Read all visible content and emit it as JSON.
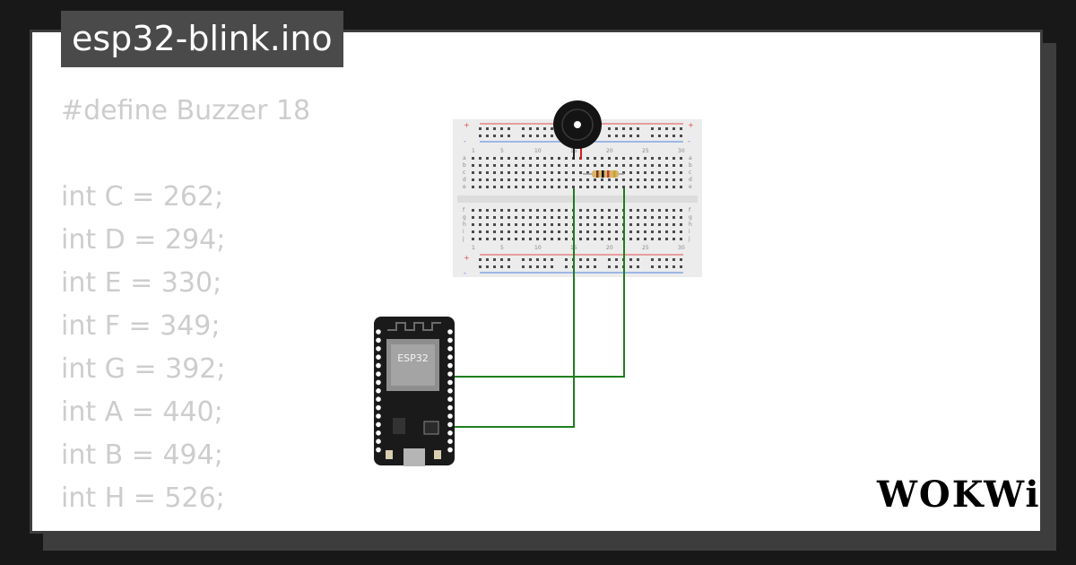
{
  "window": {
    "title": "esp32-blink.ino"
  },
  "code_lines": [
    "#define Buzzer 18",
    "",
    "int C = 262;",
    "int D = 294;",
    "int E = 330;",
    "int F = 349;",
    "int G = 392;",
    "int A = 440;",
    "int B = 494;",
    "int H = 526;"
  ],
  "breadboard": {
    "column_labels": [
      "1",
      "5",
      "10",
      "15",
      "20",
      "25",
      "30"
    ],
    "row_labels_top": [
      "a",
      "b",
      "c",
      "d",
      "e"
    ],
    "row_labels_bottom": [
      "f",
      "g",
      "h",
      "i",
      "j"
    ],
    "rail_symbols": [
      "+",
      "-"
    ]
  },
  "components": {
    "mcu_label": "ESP32",
    "buzzer": "buzzer",
    "resistor": "resistor",
    "wire_color": "#1e7d1e"
  },
  "brand": {
    "logo_text": "WOKWi"
  },
  "colors": {
    "background": "#181818",
    "card_border": "#3d3d3d",
    "title_tab": "#4a4a4a",
    "code_text": "#cdcdcd"
  }
}
